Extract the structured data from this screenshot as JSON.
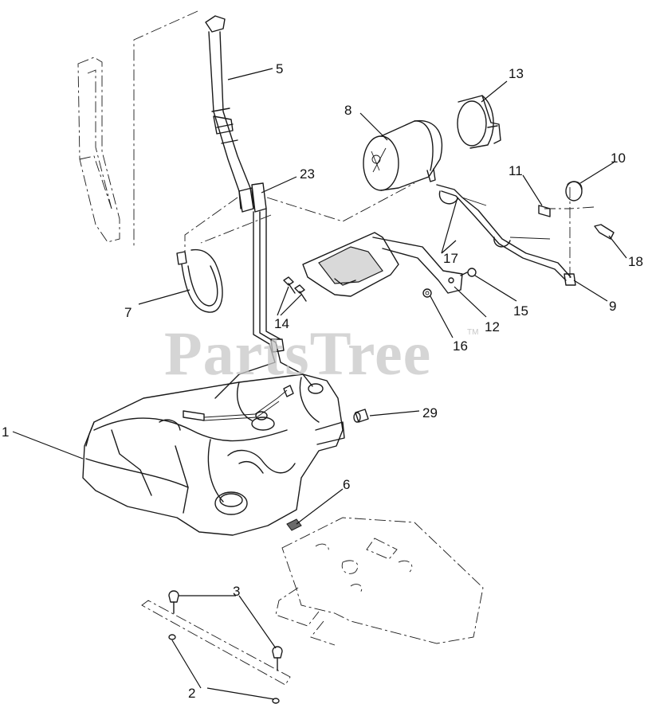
{
  "watermark": {
    "text": "PartsTree",
    "mark": "TM"
  },
  "callouts": [
    {
      "id": "c1",
      "label": "1"
    },
    {
      "id": "c2",
      "label": "2"
    },
    {
      "id": "c3",
      "label": "3"
    },
    {
      "id": "c5",
      "label": "5"
    },
    {
      "id": "c6",
      "label": "6"
    },
    {
      "id": "c7",
      "label": "7"
    },
    {
      "id": "c8",
      "label": "8"
    },
    {
      "id": "c9",
      "label": "9"
    },
    {
      "id": "c10",
      "label": "10"
    },
    {
      "id": "c11",
      "label": "11"
    },
    {
      "id": "c12",
      "label": "12"
    },
    {
      "id": "c13",
      "label": "13"
    },
    {
      "id": "c14",
      "label": "14"
    },
    {
      "id": "c15",
      "label": "15"
    },
    {
      "id": "c16",
      "label": "16"
    },
    {
      "id": "c17",
      "label": "17"
    },
    {
      "id": "c18",
      "label": "18"
    },
    {
      "id": "c23",
      "label": "23"
    },
    {
      "id": "c29",
      "label": "29"
    }
  ]
}
